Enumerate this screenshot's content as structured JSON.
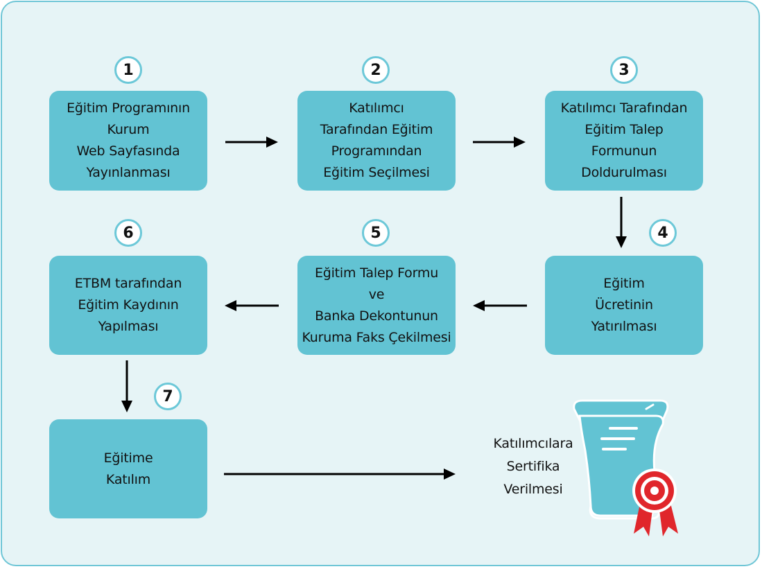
{
  "colors": {
    "background": "#e6f4f6",
    "border": "#6fc6d6",
    "step_box": "#62c3d3",
    "badge_border": "#6cc8d8",
    "arrow": "#000000",
    "ribbon": "#e0262b"
  },
  "steps": [
    {
      "number": "1",
      "text": "Eğitim Programının\nKurum\nWeb Sayfasında\nYayınlanması"
    },
    {
      "number": "2",
      "text": "Katılımcı\nTarafından Eğitim\nProgramından\nEğitim Seçilmesi"
    },
    {
      "number": "3",
      "text": "Katılımcı Tarafından\nEğitim Talep\nFormunun\nDoldurulması"
    },
    {
      "number": "4",
      "text": "Eğitim\nÜcretinin\nYatırılması"
    },
    {
      "number": "5",
      "text": "Eğitim Talep Formu\nve\nBanka Dekontunun\nKuruma Faks Çekilmesi"
    },
    {
      "number": "6",
      "text": "ETBM tarafından\nEğitim Kaydının\nYapılması"
    },
    {
      "number": "7",
      "text": "Eğitime\nKatılım"
    }
  ],
  "certificate": {
    "text": "Katılımcılara\nSertifika\nVerilmesi",
    "icon": "certificate-scroll-icon"
  }
}
